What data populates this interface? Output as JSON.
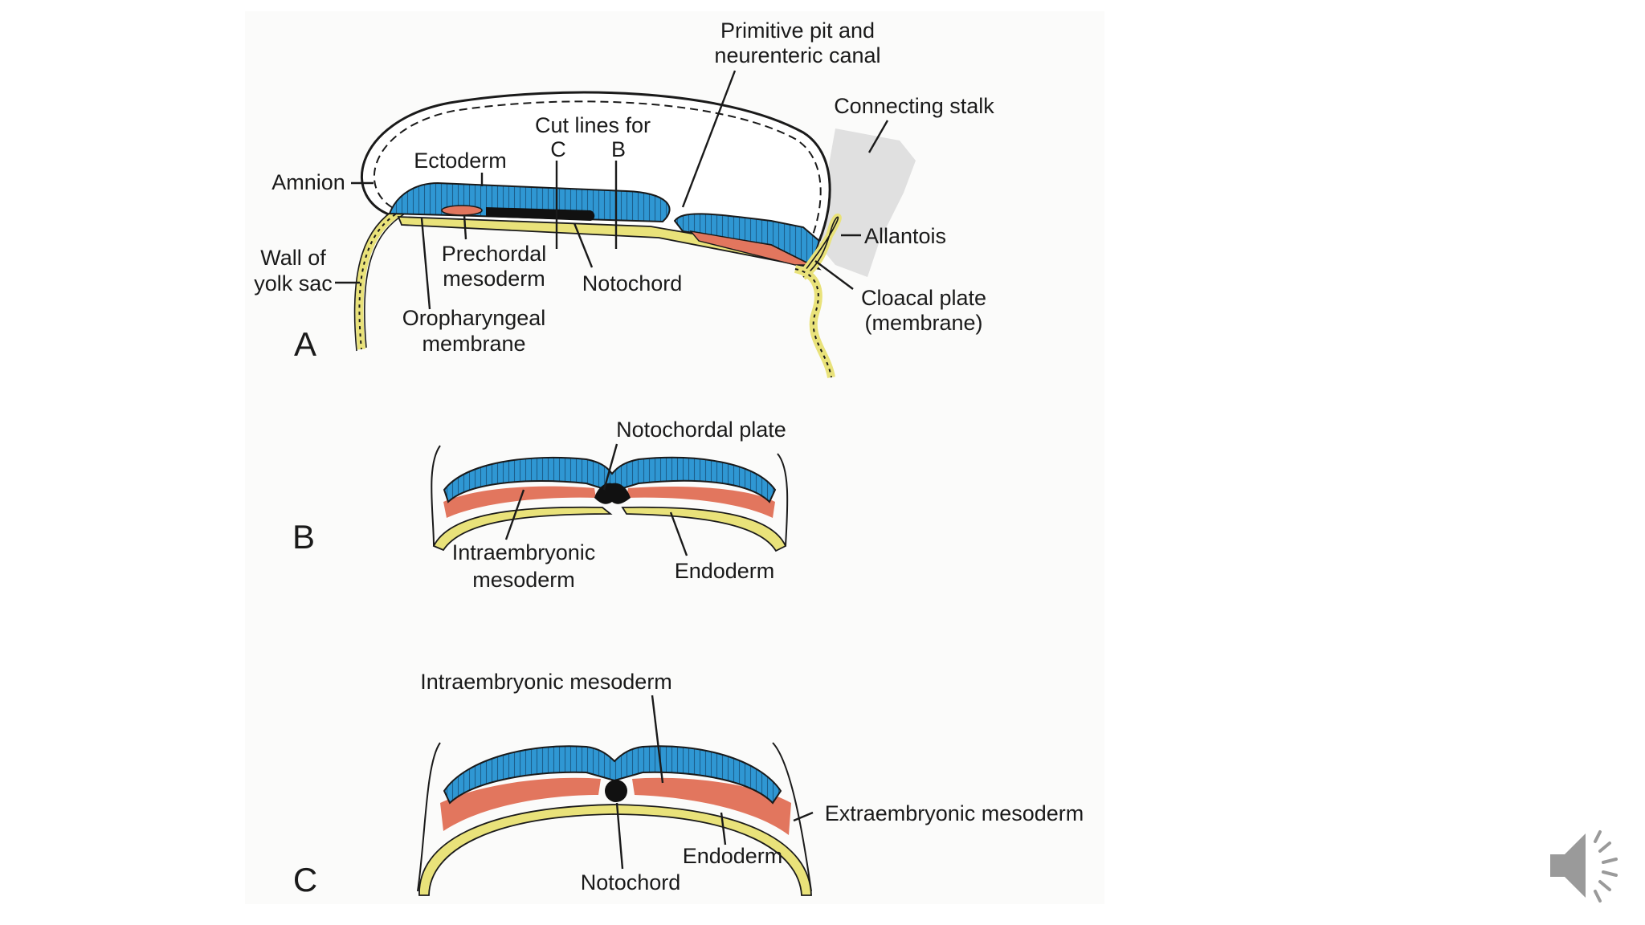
{
  "colors": {
    "ectoderm": "#2f97d3",
    "mesoderm": "#e2765e",
    "endoderm": "#e9e27a",
    "notochord": "#111111",
    "stalk": "#e0e0e0",
    "panel": "#fbfbfa"
  },
  "panel_a": {
    "letter": "A",
    "labels": {
      "primitive_pit_1": "Primitive pit and",
      "primitive_pit_2": "neurenteric canal",
      "connecting_stalk": "Connecting stalk",
      "cut_lines": "Cut lines for",
      "cut_c": "C",
      "cut_b": "B",
      "ectoderm": "Ectoderm",
      "amnion": "Amnion",
      "allantois": "Allantois",
      "wall_1": "Wall of",
      "wall_2": "yolk sac",
      "prechordal_1": "Prechordal",
      "prechordal_2": "mesoderm",
      "notochord": "Notochord",
      "cloacal_1": "Cloacal plate",
      "cloacal_2": "(membrane)",
      "oro_1": "Oropharyngeal",
      "oro_2": "membrane"
    }
  },
  "panel_b": {
    "letter": "B",
    "labels": {
      "notochordal_plate": "Notochordal plate",
      "intra_1": "Intraembryonic",
      "intra_2": "mesoderm",
      "endoderm": "Endoderm"
    }
  },
  "panel_c": {
    "letter": "C",
    "labels": {
      "intra": "Intraembryonic mesoderm",
      "extra": "Extraembryonic mesoderm",
      "endoderm": "Endoderm",
      "notochord": "Notochord"
    }
  },
  "audio": {
    "icon": "speaker-icon"
  }
}
